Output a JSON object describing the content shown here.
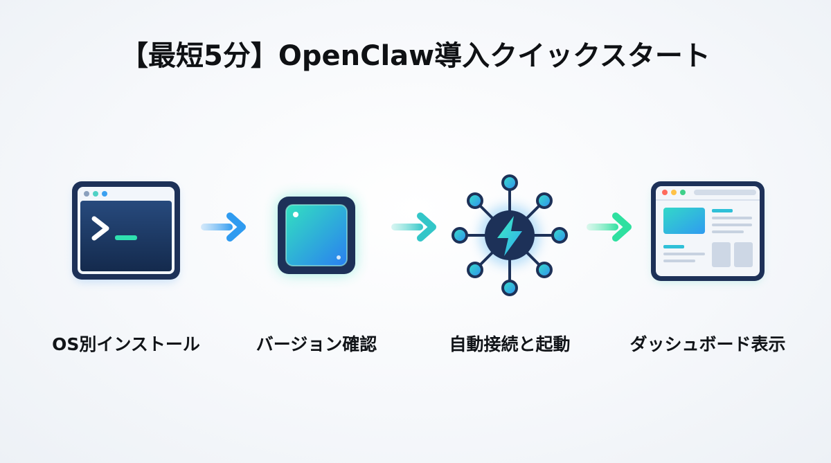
{
  "title": "【最短5分】OpenClaw導入クイックスタート",
  "steps": [
    {
      "label": "OS別インストール",
      "icon": "terminal-window-icon"
    },
    {
      "label": "バージョン確認",
      "icon": "chip-icon"
    },
    {
      "label": "自動接続と起動",
      "icon": "network-bolt-icon"
    },
    {
      "label": "ダッシュボード表示",
      "icon": "dashboard-window-icon"
    }
  ],
  "colors": {
    "navy": "#1c2f55",
    "blue": "#2f8ff0",
    "teal": "#29d8b4",
    "arrow_blue": "#2f9bf0",
    "arrow_green": "#2fe0a0"
  }
}
